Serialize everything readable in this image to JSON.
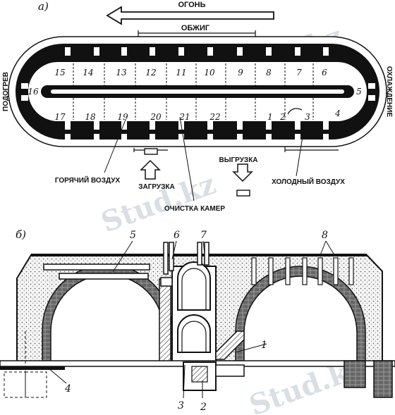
{
  "panel_a": {
    "letter": "а)",
    "fire": "ОГОНЬ",
    "firing": "ОБЖИГ",
    "preheat": "ПОДОГРЕВ",
    "cooling": "ОХЛАЖДЕНИЕ",
    "hot_air": "ГОРЯЧИЙ ВОЗДУХ",
    "loading": "ЗАГРУЗКА",
    "cleaning": "ОЧИСТКА КАМЕР",
    "unloading": "ВЫГРУЗКА",
    "cold_air": "ХОЛОДНЫЙ ВОЗДУХ",
    "chambers_top": [
      "15",
      "14",
      "13",
      "12",
      "11",
      "10",
      "9",
      "8",
      "7",
      "6"
    ],
    "chamber_left": "16",
    "chamber_right": "5",
    "chambers_bottom": [
      "17",
      "18",
      "19",
      "20",
      "21",
      "22",
      "1",
      "2",
      "3",
      "4"
    ]
  },
  "panel_b": {
    "letter": "б)",
    "callouts": [
      "1",
      "2",
      "3",
      "4",
      "5",
      "6",
      "7",
      "8"
    ]
  },
  "watermark": "Stud.kz"
}
